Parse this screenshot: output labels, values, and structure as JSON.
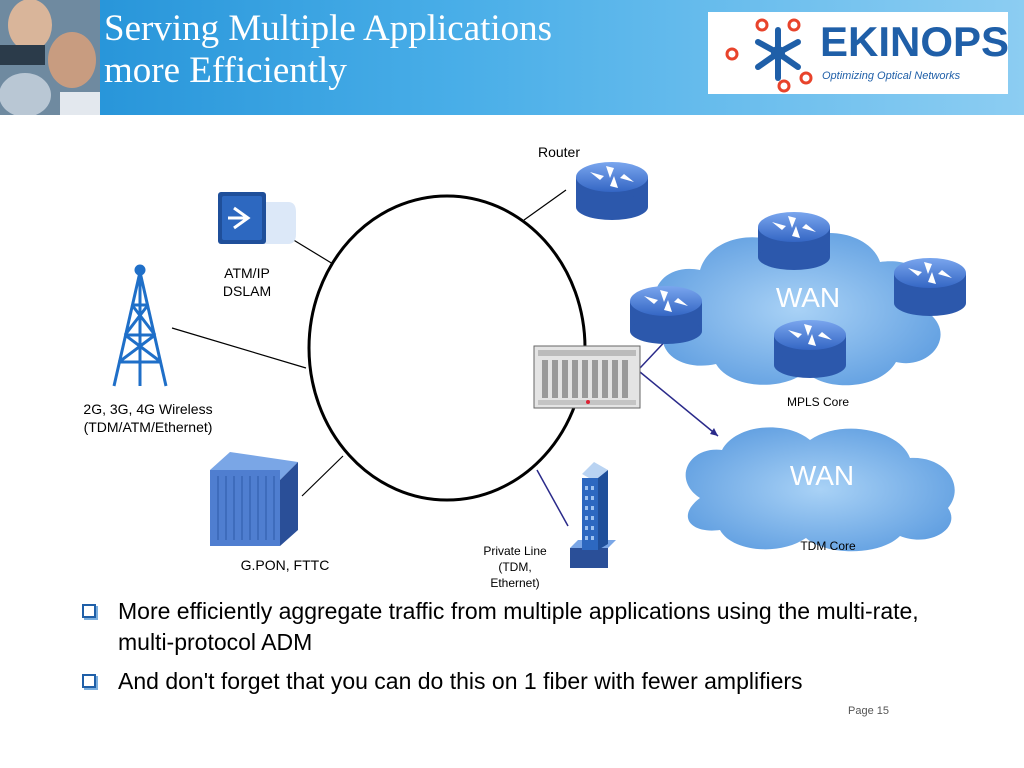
{
  "slide": {
    "title_line1": "Serving Multiple Applications",
    "title_line2": "more Efficiently",
    "page_label": "Page 15"
  },
  "logo": {
    "name": "EKINOPS",
    "tagline": "Optimizing Optical Networks",
    "color": "#1f5fa8",
    "dot_color": "#e8432b"
  },
  "diagram": {
    "router_label": "Router",
    "dslam_label_line1": "ATM/IP",
    "dslam_label_line2": "DSLAM",
    "wireless_label_line1": "2G, 3G, 4G Wireless",
    "wireless_label_line2": "(TDM/ATM/Ethernet)",
    "gpon_label": "G.PON, FTTC",
    "private_line_label_line1": "Private Line",
    "private_line_label_line2": "(TDM,",
    "private_line_label_line3": "Ethernet)",
    "wan_mpls_text": "WAN",
    "mpls_label": "MPLS Core",
    "wan_tdm_text": "WAN",
    "tdm_label": "TDM Core",
    "router_color": "#4a7fd8",
    "cloud_color": "#6aa8e8"
  },
  "bullets": [
    {
      "text": "More efficiently aggregate traffic from multiple applications using the multi-rate, multi-protocol ADM"
    },
    {
      "text": "And don't forget that you can do this on 1 fiber with fewer amplifiers"
    }
  ]
}
